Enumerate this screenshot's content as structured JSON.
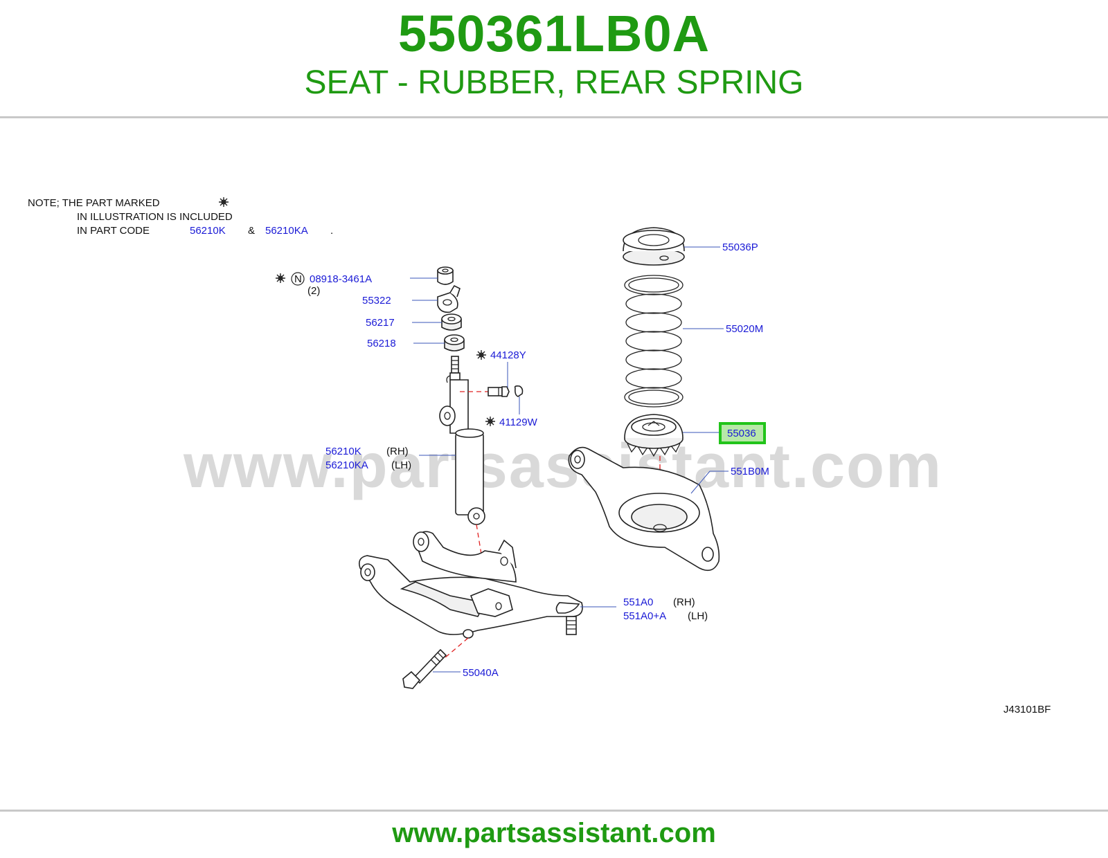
{
  "header": {
    "part_number": "550361LB0A",
    "part_description": "SEAT - RUBBER, REAR SPRING"
  },
  "watermark": "www.partsassistant.com",
  "footer": {
    "url": "www.partsassistant.com"
  },
  "note": {
    "line1": "NOTE;  THE  PART  MARKED",
    "line2": "IN  ILLUSTRATION  IS  INCLUDED",
    "line3_prefix": "IN  PART  CODE",
    "code1": "56210K",
    "amp": "&",
    "code2": "56210KA",
    "period": "."
  },
  "callouts": {
    "p55036P": "55036P",
    "p55020M": "55020M",
    "p55036": "55036",
    "p551B0M": "551B0M",
    "p08918": "08918-3461A",
    "p08918_qty": "(2)",
    "p08918_n": "N",
    "p55322": "55322",
    "p56217": "56217",
    "p56218": "56218",
    "p44128Y": "44128Y",
    "p41129W": "41129W",
    "p56210K": "56210K",
    "p56210K_side": "(RH)",
    "p56210KA": "56210KA",
    "p56210KA_side": "(LH)",
    "p551A0": "551A0",
    "p551A0_side": "(RH)",
    "p551A0A": "551A0+A",
    "p551A0A_side": "(LH)",
    "p55040A": "55040A"
  },
  "highlight_part": "55036",
  "diagram_code": "J43101BF",
  "colors": {
    "brand_green": "#1f9a12",
    "callout_blue": "#1a1ad6",
    "highlight_green": "#22c41a",
    "highlight_fill": "#b8e8a8"
  }
}
